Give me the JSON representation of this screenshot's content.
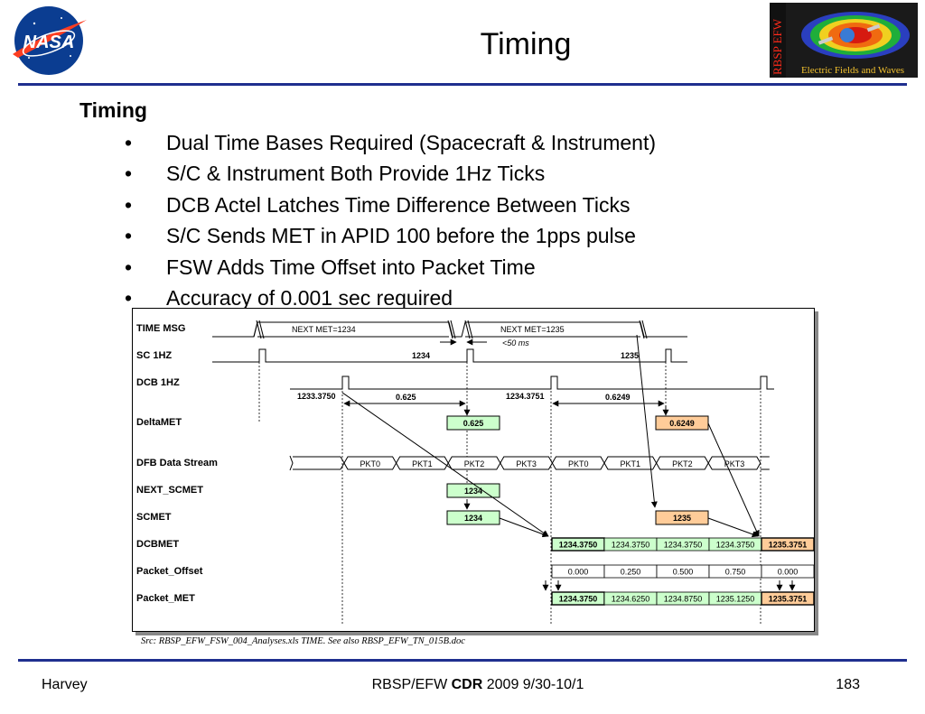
{
  "slide": {
    "title": "Timing"
  },
  "logos": {
    "nasa": "NASA",
    "efw_vertical": "RBSP EFW",
    "efw_caption": "Electric Fields and Waves"
  },
  "section": {
    "heading": "Timing",
    "bullet_glyph": "•",
    "bullets": [
      "Dual Time Bases Required (Spacecraft & Instrument)",
      "S/C & Instrument Both Provide 1Hz Ticks",
      "DCB Actel Latches Time Difference Between Ticks",
      "S/C Sends MET in APID 100 before the 1pps pulse",
      "FSW Adds Time Offset into Packet Time",
      "Accuracy of 0.001 sec required"
    ]
  },
  "diagram": {
    "rows": [
      "TIME MSG",
      "SC 1HZ",
      "DCB 1HZ",
      "DeltaMET",
      "DFB Data Stream",
      "NEXT_SCMET",
      "SCMET",
      "DCBMET",
      "Packet_Offset",
      "Packet_MET"
    ],
    "time_msg": [
      "NEXT MET=1234",
      "NEXT MET=1235"
    ],
    "time_msg_note": "<50 ms",
    "sc_1hz": [
      "1234",
      "1235"
    ],
    "dcb_1hz": [
      "1233.3750",
      "0.625",
      "1234.3751",
      "0.6249"
    ],
    "delta_met": [
      "0.625",
      "0.6249"
    ],
    "dfb_stream": [
      "PKT0",
      "PKT1",
      "PKT2",
      "PKT3",
      "PKT0",
      "PKT1",
      "PKT2",
      "PKT3"
    ],
    "next_scmet": "1234",
    "scmet": [
      "1234",
      "1235"
    ],
    "dcbmet": [
      "1234.3750",
      "1234.3750",
      "1234.3750",
      "1234.3750",
      "1235.3751"
    ],
    "packet_offset": [
      "0.000",
      "0.250",
      "0.500",
      "0.750",
      "0.000"
    ],
    "packet_met": [
      "1234.3750",
      "1234.6250",
      "1234.8750",
      "1235.1250",
      "1235.3751"
    ],
    "colors": {
      "green": "#ccffcc",
      "orange": "#ffcc99",
      "white": "#ffffff"
    }
  },
  "source_note": "Src: RBSP_EFW_FSW_004_Analyses.xls TIME.  See also RBSP_EFW_TN_015B.doc",
  "footer": {
    "left": "Harvey",
    "center_pre": "RBSP/EFW ",
    "center_bold": "CDR",
    "center_post": " 2009 9/30-10/1",
    "page": "183"
  }
}
